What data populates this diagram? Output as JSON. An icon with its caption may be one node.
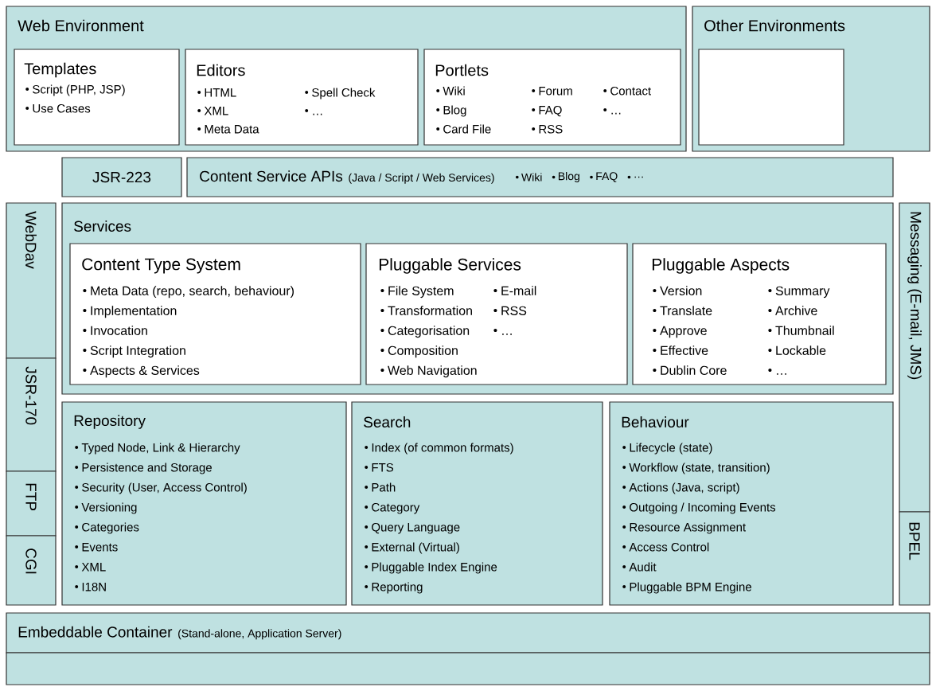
{
  "diagram": {
    "nodes": [
      {
        "text": [
          "Web Environment"
        ]
      },
      {
        "text": [
          "Templates",
          "Script (PHP, JSP)",
          "Use Cases"
        ],
        "in": 0
      },
      {
        "text": [
          "Editors",
          "HTML",
          "XML",
          "Meta Data",
          "Spell Check",
          "…"
        ],
        "in": 0
      },
      {
        "text": [
          "Portlets",
          "Wiki",
          "Blog",
          "Card File",
          "Forum",
          "FAQ",
          "RSS",
          "Contact",
          "…"
        ],
        "in": 0
      },
      {
        "text": [
          "Other Environments"
        ]
      },
      {
        "text": [],
        "shape": "box",
        "in": 4
      },
      {
        "text": [
          "JSR-223"
        ]
      },
      {
        "text": [
          "Content Service APIs",
          "(Java / Script / Web Services)",
          "Wiki",
          "Blog",
          "FAQ",
          "…"
        ]
      },
      {
        "text": [
          "WebDav"
        ]
      },
      {
        "text": [
          "JSR-170"
        ]
      },
      {
        "text": [
          "FTP"
        ]
      },
      {
        "text": [
          "CGI"
        ]
      },
      {
        "text": [
          "Services"
        ]
      },
      {
        "text": [
          "Content Type System",
          "Meta Data (repo, search, behaviour)",
          "Implementation",
          "Invocation",
          "Script Integration",
          "Aspects & Services"
        ],
        "in": 12
      },
      {
        "text": [
          "Pluggable Services",
          "File System",
          "Transformation",
          "Categorisation",
          "Composition",
          "Web Navigation",
          "E-mail",
          "RSS",
          "…"
        ],
        "in": 12
      },
      {
        "text": [
          "Pluggable Aspects",
          "Version",
          "Translate",
          "Approve",
          "Effective",
          "Dublin Core",
          "Summary",
          "Archive",
          "Thumbnail",
          "Lockable",
          "…"
        ],
        "in": 12
      },
      {
        "text": [
          "Repository",
          "Typed Node, Link & Hierarchy",
          "Persistence and Storage",
          "Security (User, Access Control)",
          "Versioning",
          "Categories",
          "Events",
          "XML",
          "I18N"
        ]
      },
      {
        "text": [
          "Search",
          "Index (of common formats)",
          "FTS",
          "Path",
          "Category",
          "Query Language",
          "External (Virtual)",
          "Pluggable Index Engine",
          "Reporting"
        ]
      },
      {
        "text": [
          "Behaviour",
          "Lifecycle (state)",
          "Workflow (state, transition)",
          "Actions (Java, script)",
          "Outgoing / Incoming Events",
          "Resource Assignment",
          "Access Control",
          "Audit",
          "Pluggable BPM Engine"
        ]
      },
      {
        "text": [
          "Messaging (E-mail, JMS)"
        ]
      },
      {
        "text": [
          "BPEL"
        ]
      },
      {
        "text": [
          "Embeddable Container",
          "(Stand-alone, Application Server)"
        ]
      },
      {
        "text": [],
        "shape": "box"
      }
    ]
  }
}
